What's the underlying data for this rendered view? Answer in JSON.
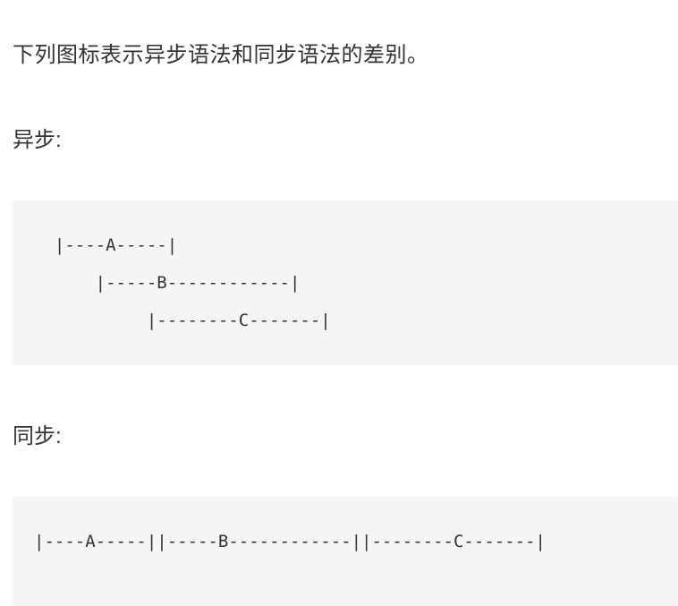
{
  "intro": "下列图标表示异步语法和同步语法的差别。",
  "async_section": {
    "label": "异步:",
    "code_lines": [
      "  |----A-----|",
      "      |-----B------------|",
      "           |--------C-------|"
    ]
  },
  "sync_section": {
    "label": "同步:",
    "code_lines": [
      "|----A-----||-----B------------||--------C-------|"
    ]
  },
  "colors": {
    "page_background": "#ffffff",
    "code_block_background": "#f5f5f5",
    "text": "#333333"
  }
}
